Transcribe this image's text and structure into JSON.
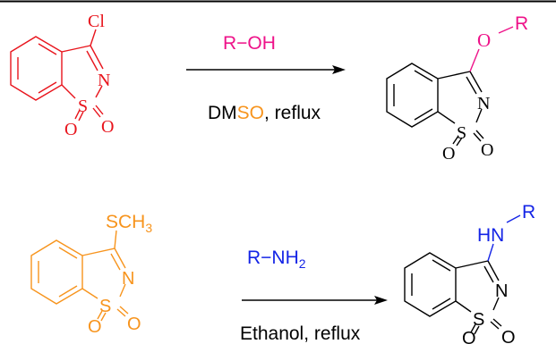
{
  "colors": {
    "red": "#e8141c",
    "magenta": "#ee1289",
    "orange": "#f7941d",
    "blue": "#1424e6",
    "black": "#000000"
  },
  "reaction1": {
    "reactant": {
      "substituent": "Cl",
      "n": "N",
      "s": "S",
      "o1": "O",
      "o2": "O"
    },
    "reagent": "R−OH",
    "conditions": {
      "pre": "DM",
      "highlight": "SO",
      "post": ", reflux"
    },
    "product": {
      "o_link": "O",
      "r": "R",
      "n": "N",
      "s": "S",
      "o1": "O",
      "o2": "O"
    }
  },
  "reaction2": {
    "reactant": {
      "substituent": "SCH",
      "sub": "3",
      "n": "N",
      "s": "S",
      "o1": "O",
      "o2": "O"
    },
    "reagent": {
      "main": "R−NH",
      "sub": "2"
    },
    "conditions": "Ethanol, reflux",
    "product": {
      "hn": "HN",
      "r": "R",
      "n": "N",
      "s": "S",
      "o1": "O",
      "o2": "O"
    }
  }
}
